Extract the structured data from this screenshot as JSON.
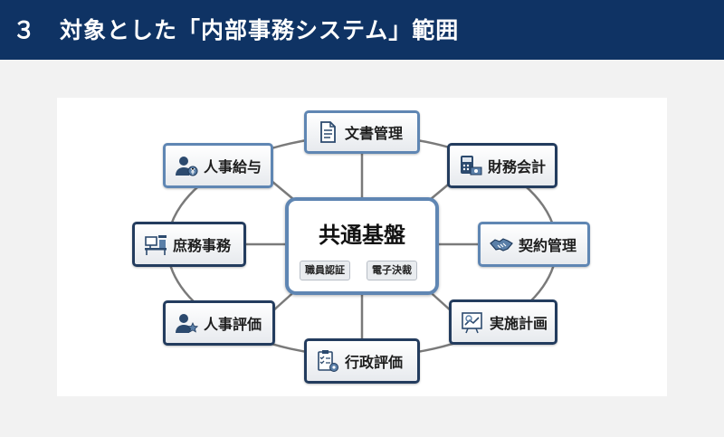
{
  "header": {
    "title": "３　対象とした「内部事務システム」範囲"
  },
  "diagram": {
    "center": {
      "title": "共通基盤",
      "tags": [
        "職員認証",
        "電子決裁"
      ]
    },
    "nodes": [
      {
        "label": "文書管理",
        "icon": "document-icon"
      },
      {
        "label": "財務会計",
        "icon": "calculator-money-icon"
      },
      {
        "label": "契約管理",
        "icon": "handshake-icon"
      },
      {
        "label": "実施計画",
        "icon": "chart-board-icon"
      },
      {
        "label": "行政評価",
        "icon": "checklist-gear-icon"
      },
      {
        "label": "人事評価",
        "icon": "person-star-icon"
      },
      {
        "label": "庶務事務",
        "icon": "desk-icon"
      },
      {
        "label": "人事給与",
        "icon": "person-yen-icon"
      }
    ],
    "colors": {
      "header": "#0f3364",
      "light_border": "#5f86b3",
      "dark_border": "#233c5e",
      "connector": "#7a7a7a"
    }
  }
}
